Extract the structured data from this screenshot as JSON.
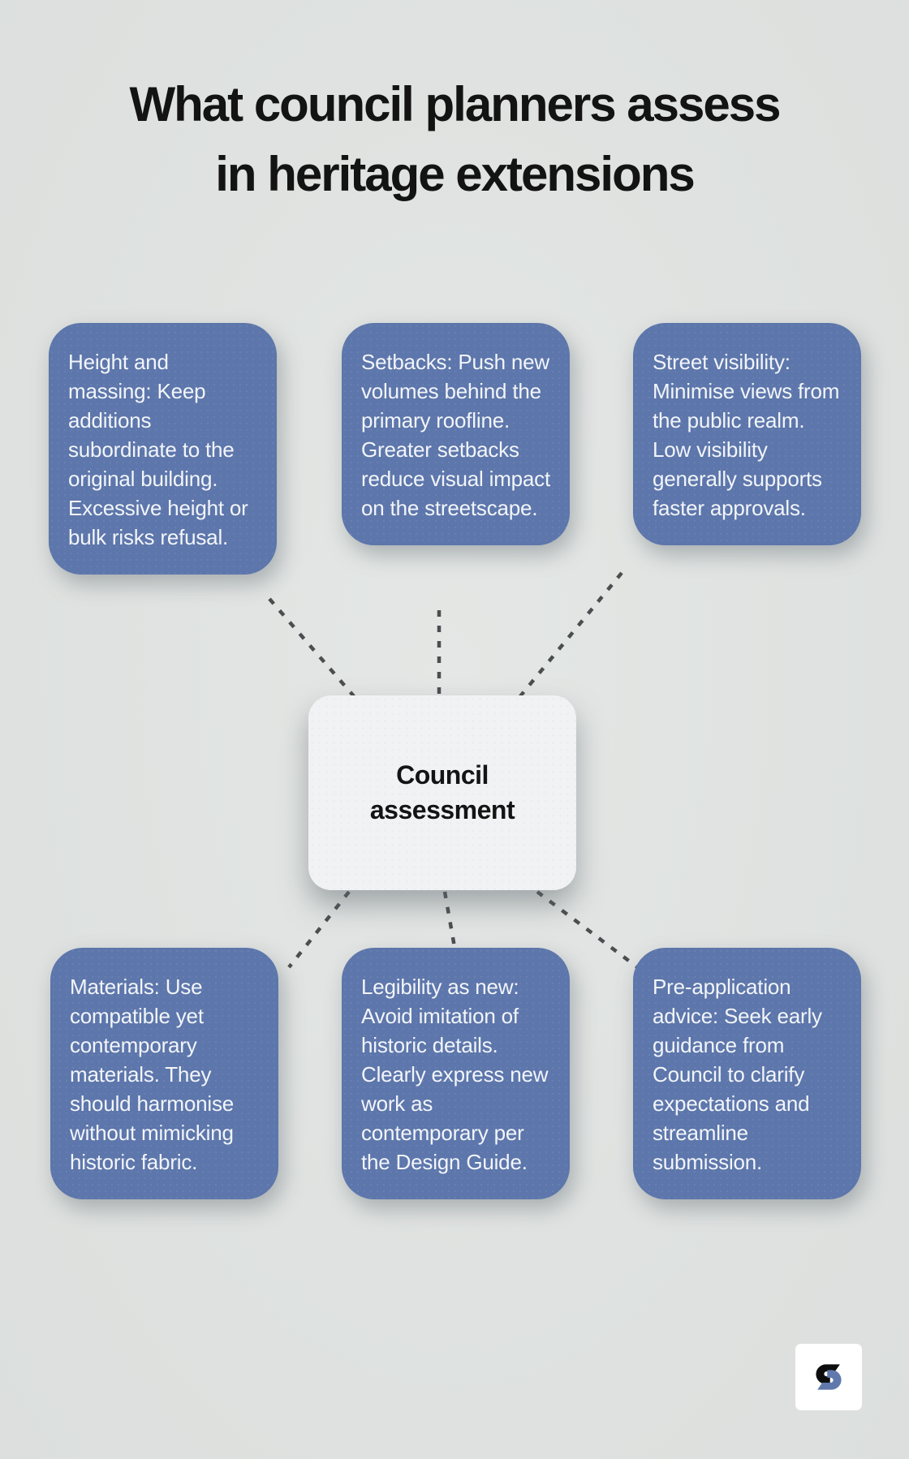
{
  "title": {
    "line1": "What council planners assess",
    "line2": "in heritage extensions"
  },
  "center_node": {
    "label": "Council assessment"
  },
  "nodes": [
    {
      "id": "height-and-massing",
      "text": "Height and massing: Keep additions subordinate to the original building. Excessive height or bulk risks refusal."
    },
    {
      "id": "setbacks",
      "text": "Setbacks: Push new volumes behind the primary roofline. Greater setbacks reduce visual impact on the streetscape."
    },
    {
      "id": "street-visibility",
      "text": "Street visibility: Minimise views from the public realm. Low visibility generally supports faster approvals."
    },
    {
      "id": "materials",
      "text": "Materials: Use compatible yet contemporary materials. They should harmonise without mimicking historic fabric."
    },
    {
      "id": "legibility-as-new",
      "text": "Legibility as new: Avoid imitation of historic details. Clearly express new work as contemporary per the Design Guide."
    },
    {
      "id": "pre-application-advice",
      "text": "Pre-application advice: Seek early guidance from Council to clarify expectations and streamline submission."
    }
  ],
  "logo": {
    "icon": "s-monogram-icon"
  },
  "colors": {
    "background": "#dfe2e0",
    "node_fill": "#5d76ab",
    "node_text": "#f2f5f9",
    "center_fill": "#f1f2f3",
    "center_text": "#141414",
    "connector": "#4b4e50",
    "title_text": "#131313",
    "logo_black": "#0d0d0d",
    "logo_blue": "#6079ad"
  }
}
